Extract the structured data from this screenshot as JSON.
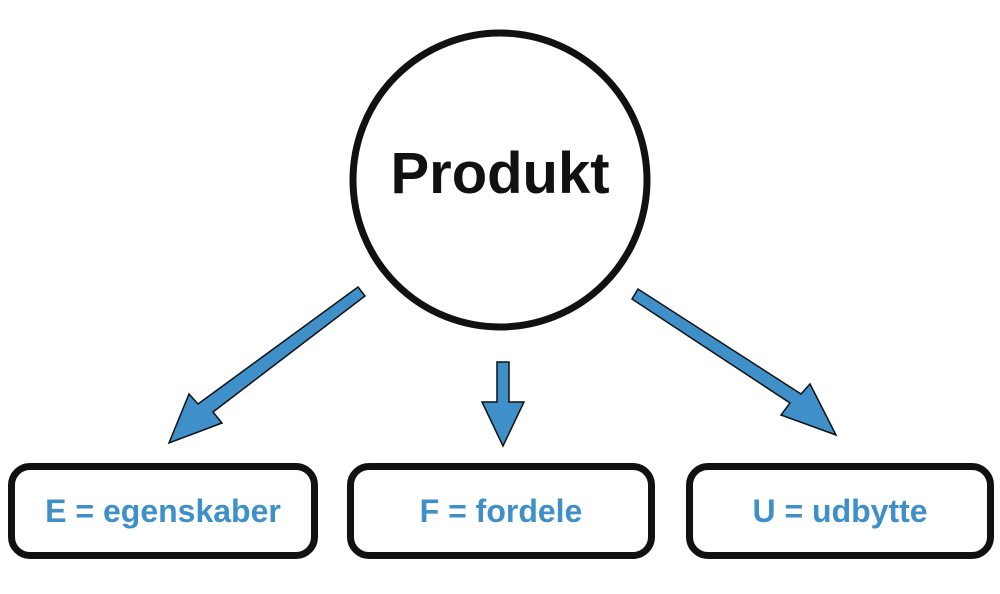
{
  "center": {
    "label": "Produkt"
  },
  "boxes": [
    {
      "label": "E = egenskaber"
    },
    {
      "label": "F = fordele"
    },
    {
      "label": "U = udbytte"
    }
  ],
  "colors": {
    "arrow": "#3f8fc8",
    "text": "#3f8fc8",
    "stroke": "#111111"
  }
}
